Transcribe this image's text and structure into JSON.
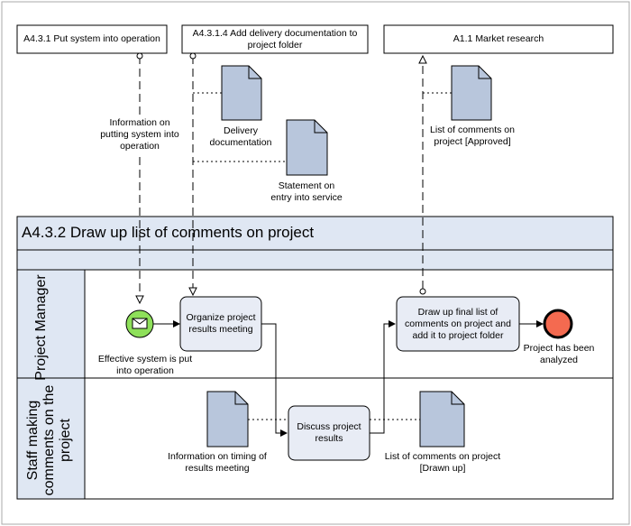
{
  "external_processes": {
    "p1": "A4.3.1 Put system into operation",
    "p2": "A4.3.1.4 Add delivery documentation to project folder",
    "p3": "A1.1 Market research"
  },
  "pool": {
    "title": "A4.3.2 Draw up list of comments on project"
  },
  "lanes": {
    "manager": "Project Manager",
    "staff": "Staff making comments on the project"
  },
  "tasks": {
    "organize": "Organize project results meeting",
    "discuss": "Discuss project results",
    "final_list": "Draw up final list of comments on project and add it to project folder"
  },
  "events": {
    "start": "Effective system is put into operation",
    "end": "Project has been analyzed"
  },
  "documents": {
    "delivery_doc": "Delivery documentation",
    "statement": "Statement on entry into service",
    "comments_approved": "List of comments on project [Approved]",
    "timing_info": "Information on timing of results meeting",
    "comments_drawn": "List of comments on project [Drawn up]"
  },
  "flows": {
    "info_putting": "Information on putting system into operation"
  },
  "colors": {
    "task_fill": "#e8ecf5",
    "band_fill": "#dfe7f3",
    "doc_fill": "#b8c6dc",
    "start_fill": "#8ee05a",
    "end_fill": "#f46a50"
  }
}
